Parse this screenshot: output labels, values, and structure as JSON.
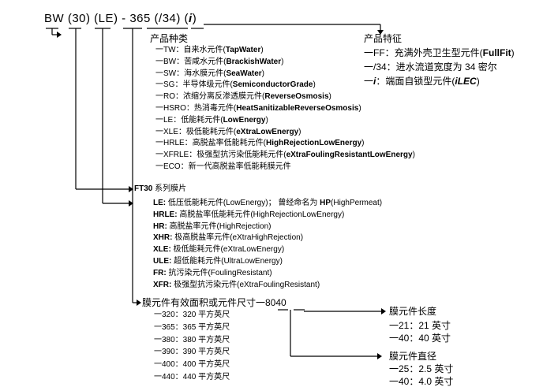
{
  "model_code": "BW (30) (LE) - 365 (/34) (",
  "model_code_icon_text": "i",
  "model_code_tail": ")",
  "product_type": {
    "header": "产品种类",
    "items": [
      {
        "label": "一TW：自来水元件(",
        "bold": "TapWater",
        "tail": ")"
      },
      {
        "label": "一BW：苦咸水元件(",
        "bold": "BrackishWater",
        "tail": ")"
      },
      {
        "label": "一SW：海水膜元件(",
        "bold": "SeaWater",
        "tail": ")"
      },
      {
        "label": "一SG：半导体级元件(",
        "bold": "SemiconductorGrade",
        "tail": ")"
      },
      {
        "label": "一RO：浓缩分离反渗透膜元件(",
        "bold": "ReverseOsmosis",
        "tail": ")"
      },
      {
        "label": "一HSRO：热消毒元件(",
        "bold": "HeatSanitizableReverseOsmosis",
        "tail": ")"
      },
      {
        "label": "一LE：低能耗元件(",
        "bold": "LowEnergy",
        "tail": ")"
      },
      {
        "label": "一XLE：极低能耗元件(",
        "bold": "eXtraLowEnergy",
        "tail": ")"
      },
      {
        "label": "一HRLE：高脱盐率低能耗元件(",
        "bold": "HighRejectionLowEnergy",
        "tail": ")"
      },
      {
        "label": "一XFRLE：极强型抗污染低能耗元件(",
        "bold": "eXtraFoulingResistantLowEnergy",
        "tail": ")"
      },
      {
        "label": "一ECO：新一代高脱盐率低能耗膜元件",
        "bold": "",
        "tail": ""
      }
    ]
  },
  "product_feature": {
    "header": "产品特征",
    "items": [
      {
        "label": "一FF：充满外壳卫生型元件(",
        "bold": "FullFit",
        "tail": ")"
      },
      {
        "label": "一/34：进水流道宽度为 34 密尔",
        "bold": "",
        "tail": ""
      },
      {
        "label": "一",
        "icon_text": "i",
        "label2": "：端面自锁型元件(",
        "bold": "iLEC",
        "tail": ")"
      }
    ]
  },
  "series": {
    "bold": "FT30",
    "label": " 系列膜片"
  },
  "energy_types": [
    {
      "code": "LE:",
      "label": " 低压低能耗元件(LowEnergy)；  曾经命名为 ",
      "bold_after": "HP",
      "tail": "(HighPermeat)"
    },
    {
      "code": "HRLE:",
      "label": " 高脱盐率低能耗元件(HighRejectionLowEnergy)",
      "bold_after": "",
      "tail": ""
    },
    {
      "code": "HR:",
      "label": " 高脱盐率元件(HighRejection)",
      "bold_after": "",
      "tail": ""
    },
    {
      "code": "XHR:",
      "label": " 极高脱盐率元件(eXtraHighRejection)",
      "bold_after": "",
      "tail": ""
    },
    {
      "code": "XLE:",
      "label": " 极低能耗元件(eXtraLowEnergy)",
      "bold_after": "",
      "tail": ""
    },
    {
      "code": "ULE:",
      "label": " 超低能耗元件(UltraLowEnergy)",
      "bold_after": "",
      "tail": ""
    },
    {
      "code": "FR:",
      "label": " 抗污染元件(FoulingResistant)",
      "bold_after": "",
      "tail": ""
    },
    {
      "code": "XFR:",
      "label": " 极强型抗污染元件(eXtraFoulingResistant)",
      "bold_after": "",
      "tail": ""
    }
  ],
  "area": {
    "header": "膜元件有效面积或元件尺寸一8040",
    "items": [
      "一320：320 平方英尺",
      "一365：365 平方英尺",
      "一380：380 平方英尺",
      "一390：390 平方英尺",
      "一400：400 平方英尺",
      "一440：440 平方英尺"
    ]
  },
  "length": {
    "header": "膜元件长度",
    "items": [
      "一21：21 英寸",
      "一40：40 英寸"
    ]
  },
  "diameter": {
    "header": "膜元件直径",
    "items": [
      "一25：2.5 英寸",
      "一40：4.0 英寸"
    ]
  }
}
